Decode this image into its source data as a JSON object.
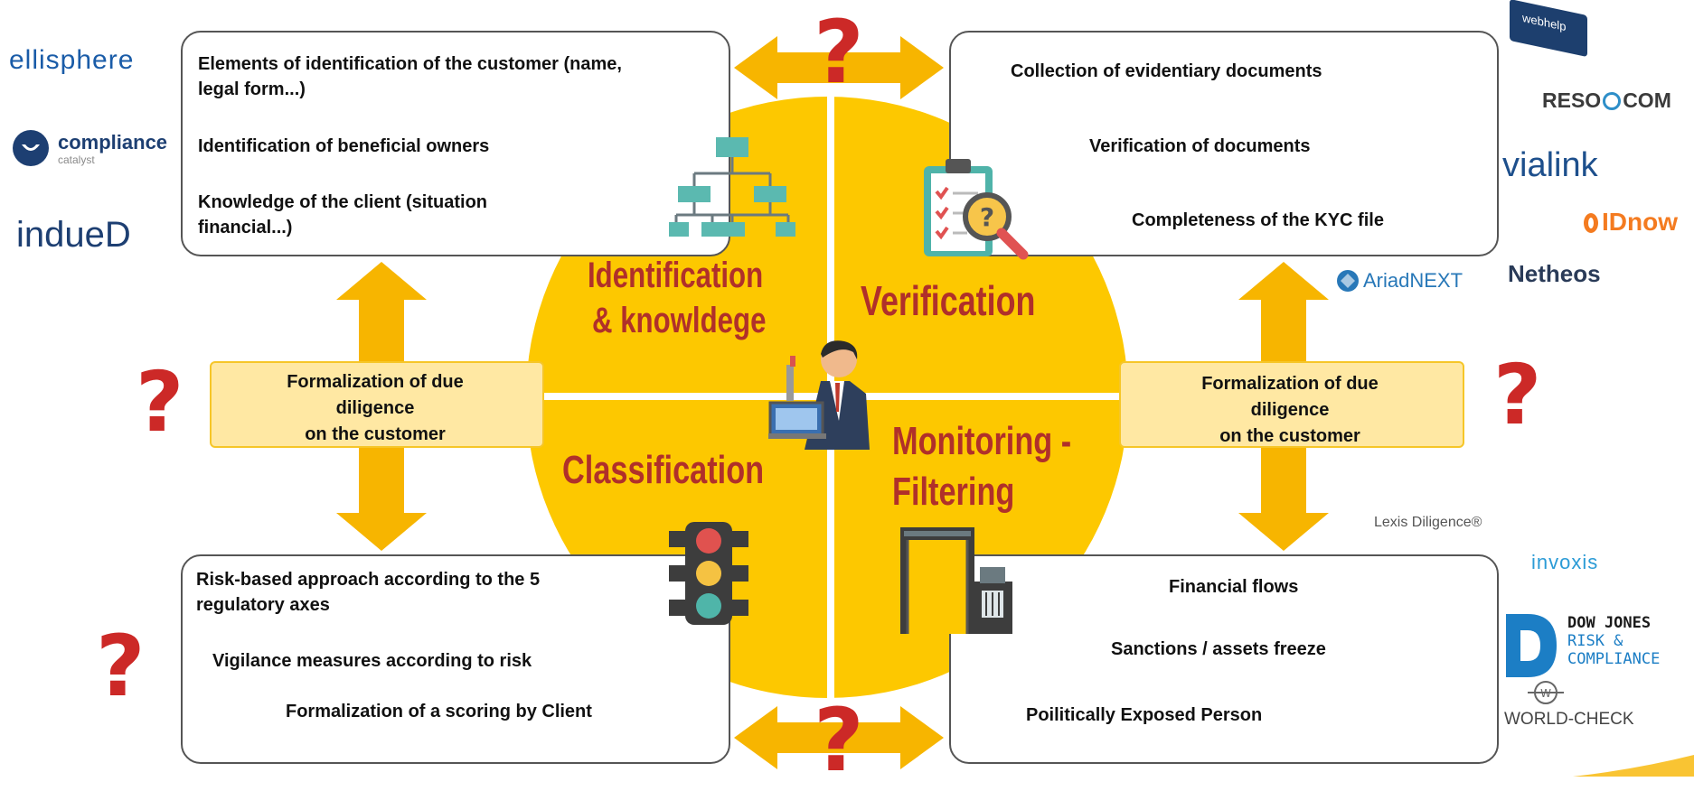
{
  "colors": {
    "gold": "#fdc800",
    "gold_light": "#ffe8a3",
    "arrow": "#f7b500",
    "label_red": "#b0302a",
    "question_red": "#cc2927",
    "box_border": "#555555"
  },
  "quadrants": {
    "identification": {
      "line1": "Identification",
      "line2": "& knowldege",
      "icon": "org-chart-icon"
    },
    "verification": {
      "line1": "Verification",
      "icon": "clipboard-magnifier-icon"
    },
    "classification": {
      "line1": "Classification",
      "icon": "traffic-light-icon"
    },
    "monitoring": {
      "line1": "Monitoring -",
      "line2": "Filtering",
      "icon": "security-scanner-icon"
    },
    "center_icon": "businessman-icon"
  },
  "boxes": {
    "top_left": [
      "Elements of identification of the customer (name,",
      "legal form...)",
      "Identification of beneficial owners",
      "Knowledge of the client (situation",
      "financial...)"
    ],
    "top_right": [
      "Collection of evidentiary documents",
      "Verification of documents",
      "Completeness of the KYC file"
    ],
    "bottom_left": [
      "Risk-based approach according to the 5",
      "regulatory axes",
      "Vigilance measures according to risk",
      "Formalization of a scoring by Client"
    ],
    "bottom_right": [
      "Financial flows",
      "Sanctions / assets freeze",
      "Poilitically Exposed Person"
    ]
  },
  "bands": {
    "left": [
      "Formalization of due",
      "diligence",
      "on the customer"
    ],
    "right": [
      "Formalization of due",
      "diligence",
      "on the customer"
    ]
  },
  "question_mark": "?",
  "logos": {
    "ellisphere": "ellisphere",
    "compliance_catalyst": "compliance",
    "compliance_catalyst_sub": "catalyst",
    "indued": "indueD",
    "webhelp": "webhelp",
    "resocom_left": "RESO",
    "resocom_right": "COM",
    "vialink": "vialink",
    "idnow": "IDnow",
    "ariadnext": "AriadNEXT",
    "netheos": "Netheos",
    "lexis": "Lexis Diligence®",
    "invoxis": "invoxis",
    "dow_jones_1": "DOW JONES",
    "dow_jones_2": "RISK &",
    "dow_jones_3": "COMPLIANCE",
    "worldcheck": "WORLD-CHECK"
  }
}
